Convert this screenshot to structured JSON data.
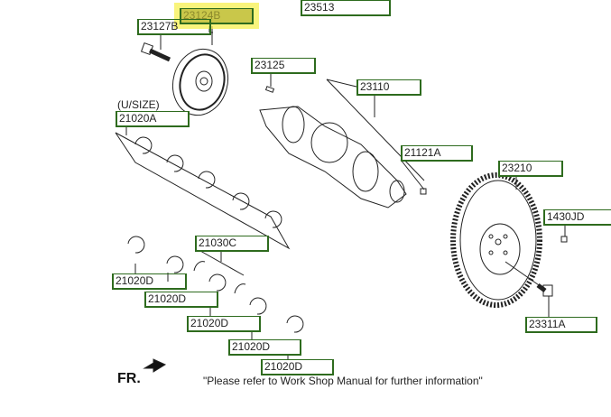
{
  "labels": {
    "p23513": "23513",
    "p23124b": "23124B",
    "p23127b": "23127B",
    "p23125": "23125",
    "p23110": "23110",
    "usize": "(U/SIZE)",
    "p21020a": "21020A",
    "p21121a": "21121A",
    "p23210": "23210",
    "p1430jd": "1430JD",
    "p21030c": "21030C",
    "p21020d": [
      "21020D",
      "21020D",
      "21020D",
      "21020D",
      "21020D"
    ],
    "p23311a": "23311A"
  },
  "front_marker": "FR.",
  "note": "\"Please refer to Work Shop Manual for further information\"",
  "colors": {
    "label_border": "#2e6b1e",
    "highlight": "#f7f050"
  }
}
